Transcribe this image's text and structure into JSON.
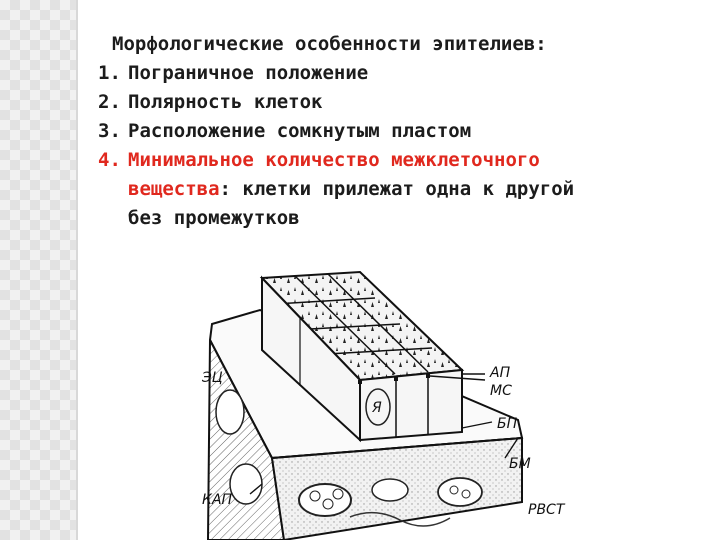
{
  "heading": "Морфологические особенности эпителиев:",
  "items": [
    {
      "num": "1.",
      "text": "Пограничное положение"
    },
    {
      "num": "2.",
      "text": "Полярность клеток"
    },
    {
      "num": "3.",
      "text": "Расположение сомкнутым пластом"
    },
    {
      "num": "4.",
      "text_red": "Минимальное количество межклеточного",
      "cont_red": "вещества",
      "cont_rest": ": клетки прилежат одна к другой",
      "cont_line3": "без промежутков"
    }
  ],
  "diagram_labels": {
    "ec": "ЭЦ",
    "ap": "АП",
    "ms": "МС",
    "bp": "БП",
    "bm": "БМ",
    "kap": "КАП",
    "rvst": "РВСТ",
    "ya": "Я"
  },
  "colors": {
    "text": "#1c1c1c",
    "accent_red": "#e0281e"
  }
}
